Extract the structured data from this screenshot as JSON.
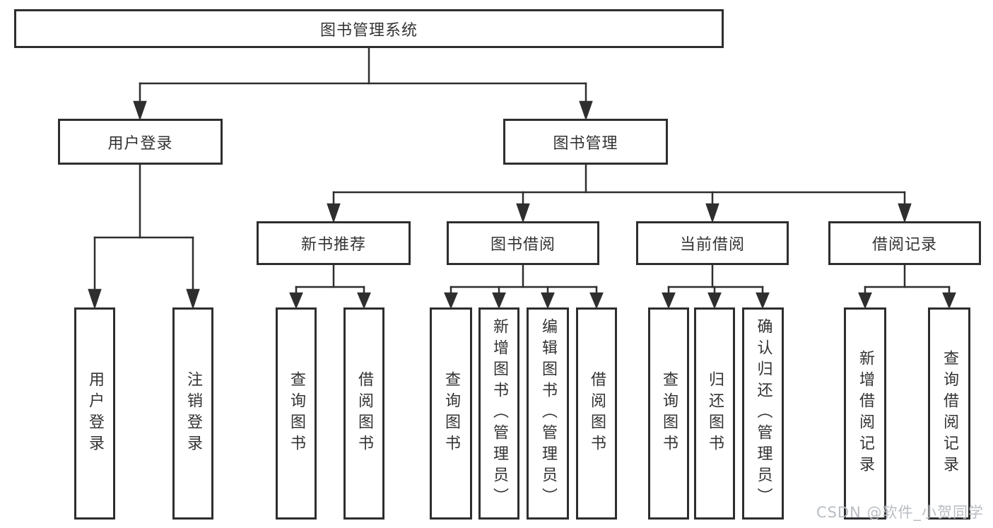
{
  "colors": {
    "line": "#2e2e2e",
    "text": "#333333",
    "background": "#ffffff",
    "watermark": "#b9bdc3"
  },
  "tree": {
    "label": "图书管理系统",
    "children": [
      {
        "label": "用户登录",
        "children": [
          {
            "label": "用户登录"
          },
          {
            "label": "注销登录"
          }
        ]
      },
      {
        "label": "图书管理",
        "children": [
          {
            "label": "新书推荐",
            "children": [
              {
                "label": "查询图书"
              },
              {
                "label": "借阅图书"
              }
            ]
          },
          {
            "label": "图书借阅",
            "children": [
              {
                "label": "查询图书"
              },
              {
                "label": "新增图书（管理员）"
              },
              {
                "label": "编辑图书（管理员）"
              },
              {
                "label": "借阅图书"
              }
            ]
          },
          {
            "label": "当前借阅",
            "children": [
              {
                "label": "查询图书"
              },
              {
                "label": "归还图书"
              },
              {
                "label": "确认归还（管理员）"
              }
            ]
          },
          {
            "label": "借阅记录",
            "children": [
              {
                "label": "新增借阅记录"
              },
              {
                "label": "查询借阅记录"
              }
            ]
          }
        ]
      }
    ]
  },
  "watermark": {
    "text": "CSDN @软件_小贺同学"
  }
}
